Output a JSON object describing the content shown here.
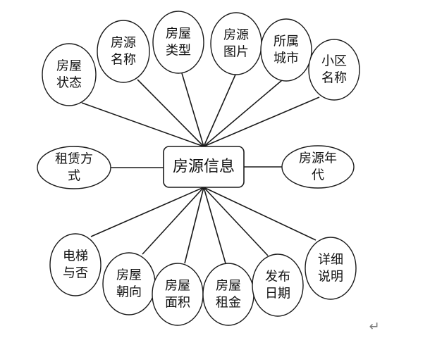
{
  "diagram": {
    "center": {
      "label": "房源信息"
    },
    "attributes": [
      {
        "id": "status",
        "lines": [
          "房屋",
          "状态"
        ]
      },
      {
        "id": "name",
        "lines": [
          "房源",
          "名称"
        ]
      },
      {
        "id": "type",
        "lines": [
          "房屋",
          "类型"
        ]
      },
      {
        "id": "image",
        "lines": [
          "房源",
          "图片"
        ]
      },
      {
        "id": "city",
        "lines": [
          "所属",
          "城市"
        ]
      },
      {
        "id": "community",
        "lines": [
          "小区",
          "名称"
        ]
      },
      {
        "id": "rent-mode",
        "lines": [
          "租赁方",
          "式"
        ]
      },
      {
        "id": "year",
        "lines": [
          "房源年",
          "代"
        ]
      },
      {
        "id": "elevator",
        "lines": [
          "电梯",
          "与否"
        ]
      },
      {
        "id": "orient",
        "lines": [
          "房屋",
          "朝向"
        ]
      },
      {
        "id": "area",
        "lines": [
          "房屋",
          "面积"
        ]
      },
      {
        "id": "rent",
        "lines": [
          "房屋",
          "租金"
        ]
      },
      {
        "id": "date",
        "lines": [
          "发布",
          "日期"
        ]
      },
      {
        "id": "detail",
        "lines": [
          "详细",
          "说明"
        ]
      }
    ],
    "colors": {
      "stroke": "#1a1a1a",
      "fill": "#ffffff",
      "text": "#111111"
    }
  },
  "paragraph_mark": "↵"
}
